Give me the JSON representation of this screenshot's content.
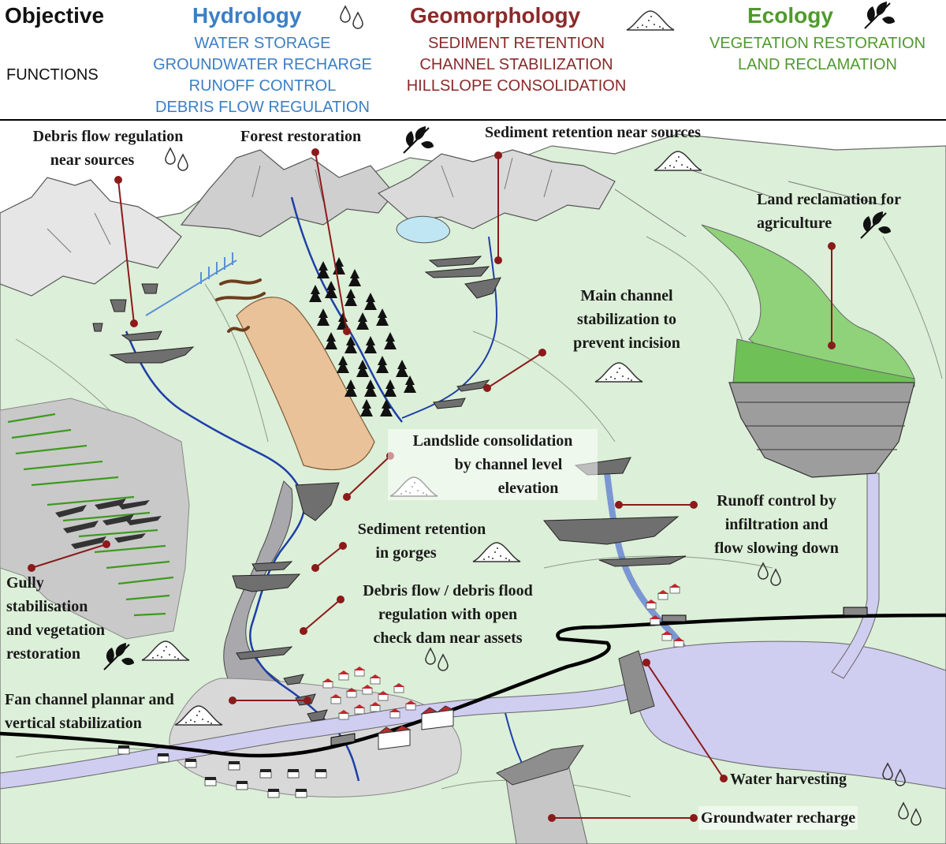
{
  "header": {
    "objective": "Objective",
    "functions": "FUNCTIONS",
    "columns": [
      {
        "title": "Hydrology",
        "color": "#3b7fc4",
        "items": [
          "WATER STORAGE",
          "GROUNDWATER RECHARGE",
          "RUNOFF CONTROL",
          "DEBRIS FLOW REGULATION"
        ]
      },
      {
        "title": "Geomorphology",
        "color": "#8a2a2a",
        "items": [
          "SEDIMENT RETENTION",
          "CHANNEL STABILIZATION",
          "HILLSLOPE CONSOLIDATION"
        ]
      },
      {
        "title": "Ecology",
        "color": "#4f9a2c",
        "items": [
          "VEGETATION RESTORATION",
          "LAND RECLAMATION"
        ]
      }
    ]
  },
  "labels": {
    "debris_near_sources": [
      "Debris flow regulation",
      "near sources"
    ],
    "forest_restoration": "Forest restoration",
    "sediment_near_sources": "Sediment retention near sources",
    "land_reclamation": [
      "Land reclamation for",
      "agriculture"
    ],
    "main_channel": [
      "Main channel",
      "stabilization to",
      "prevent incision"
    ],
    "landslide": [
      "Landslide consolidation",
      "by channel level",
      "elevation"
    ],
    "sediment_gorges": [
      "Sediment retention",
      "in gorges"
    ],
    "runoff_control": [
      "Runoff control by",
      "infiltration and",
      "flow slowing down"
    ],
    "debris_open_dam": [
      "Debris flow / debris flood",
      "regulation with open",
      "check dam near assets"
    ],
    "gully": [
      "Gully",
      "stabilisation",
      "and vegetation",
      "restoration"
    ],
    "fan_channel": [
      "Fan channel plannar and",
      "vertical stabilization"
    ],
    "water_harvesting": "Water harvesting",
    "groundwater_recharge": "Groundwater recharge"
  },
  "icons": [
    "water-drops-icon",
    "sediment-pile-icon",
    "leaf-icon"
  ],
  "colors": {
    "hydrology": "#3b7fc4",
    "geomorphology": "#8a2a2a",
    "ecology": "#4f9a2c",
    "terrain": "#dcefd8",
    "mountain": "#cfcfcf",
    "river": "#1e3fa8",
    "lake": "#cfcdf0",
    "road": "#000000",
    "pointer": "#8b1a1a"
  }
}
